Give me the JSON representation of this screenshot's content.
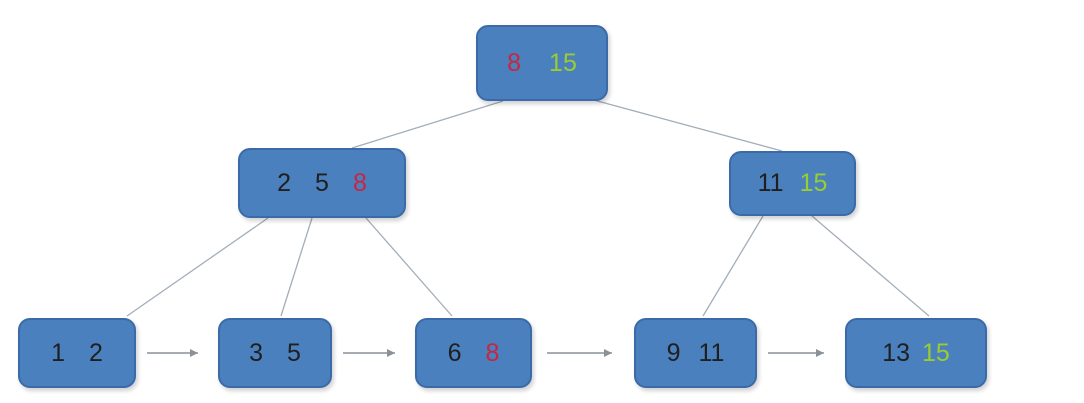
{
  "colors": {
    "node_fill": "#4a80bd",
    "node_border": "#3a6ba8",
    "key_black": "#1f1f1f",
    "key_red": "#c62641",
    "key_green": "#9acd32",
    "connector": "#a3aeb9",
    "arrow": "#8a9199"
  },
  "nodes": {
    "root": {
      "keys": [
        {
          "text": "8",
          "color": "#c62641"
        },
        {
          "text": "15",
          "color": "#9acd32"
        }
      ]
    },
    "internal_left": {
      "keys": [
        {
          "text": "2",
          "color": "#1f1f1f"
        },
        {
          "text": "5",
          "color": "#1f1f1f"
        },
        {
          "text": "8",
          "color": "#c62641"
        }
      ]
    },
    "internal_right": {
      "keys": [
        {
          "text": "11",
          "color": "#1f1f1f"
        },
        {
          "text": "15",
          "color": "#9acd32"
        }
      ]
    },
    "leaf1": {
      "keys": [
        {
          "text": "1",
          "color": "#1f1f1f"
        },
        {
          "text": "2",
          "color": "#1f1f1f"
        }
      ]
    },
    "leaf2": {
      "keys": [
        {
          "text": "3",
          "color": "#1f1f1f"
        },
        {
          "text": "5",
          "color": "#1f1f1f"
        }
      ]
    },
    "leaf3": {
      "keys": [
        {
          "text": "6",
          "color": "#1f1f1f"
        },
        {
          "text": "8",
          "color": "#c62641"
        }
      ]
    },
    "leaf4": {
      "keys": [
        {
          "text": "9",
          "color": "#1f1f1f"
        },
        {
          "text": "11",
          "color": "#1f1f1f"
        }
      ]
    },
    "leaf5": {
      "keys": [
        {
          "text": "13",
          "color": "#1f1f1f"
        },
        {
          "text": "15",
          "color": "#9acd32"
        }
      ]
    }
  },
  "edges": [
    {
      "from": "root",
      "to": "internal-left"
    },
    {
      "from": "root",
      "to": "internal-right"
    },
    {
      "from": "internal-left",
      "to": "leaf1"
    },
    {
      "from": "internal-left",
      "to": "leaf2"
    },
    {
      "from": "internal-left",
      "to": "leaf3"
    },
    {
      "from": "internal-right",
      "to": "leaf4"
    },
    {
      "from": "internal-right",
      "to": "leaf5"
    }
  ],
  "leaf_links": [
    {
      "from": "leaf1",
      "to": "leaf2"
    },
    {
      "from": "leaf2",
      "to": "leaf3"
    },
    {
      "from": "leaf3",
      "to": "leaf4"
    },
    {
      "from": "leaf4",
      "to": "leaf5"
    }
  ]
}
